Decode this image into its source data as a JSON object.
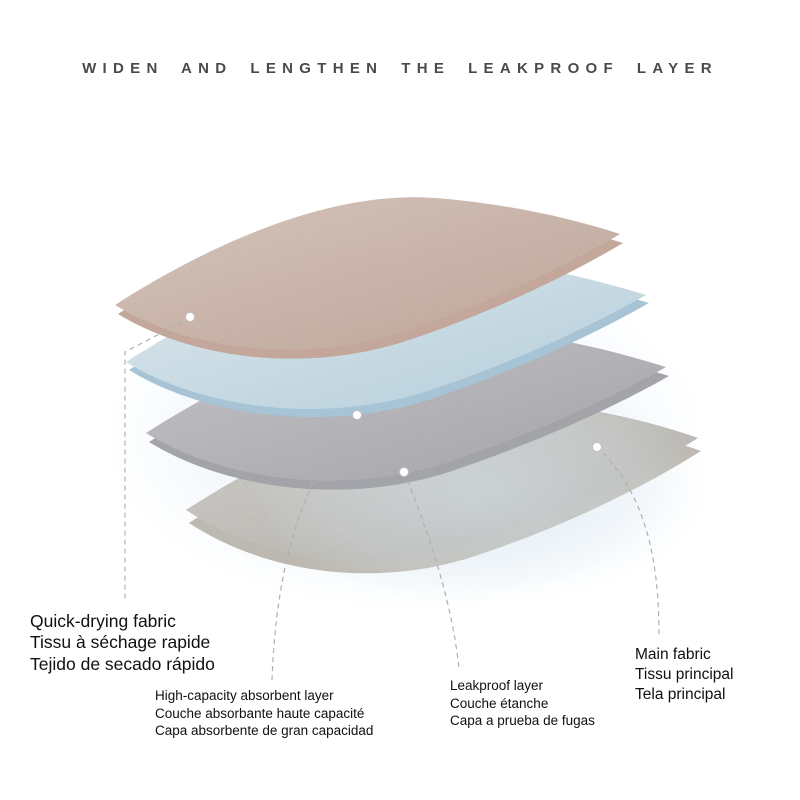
{
  "title": "WIDEN AND LENGTHEN THE LEAKPROOF LAYER",
  "labels": {
    "quick_drying": {
      "en": "Quick-drying fabric",
      "fr": "Tissu à séchage rapide",
      "es": "Tejido de secado rápido"
    },
    "absorbent": {
      "en": "High-capacity absorbent layer",
      "fr": "Couche absorbante haute capacité",
      "es": "Capa absorbente de gran capacidad"
    },
    "leakproof": {
      "en": "Leakproof layer",
      "fr": "Couche étanche",
      "es": "Capa a prueba de fugas"
    },
    "main_fabric": {
      "en": "Main fabric",
      "fr": "Tissu principal",
      "es": "Tela principal"
    }
  },
  "layers": [
    {
      "id": "quick-drying-fabric",
      "label": "Quick-drying fabric",
      "color": "#dcc2b6"
    },
    {
      "id": "absorbent-layer",
      "label": "High-capacity absorbent layer",
      "color": "#cfe2ee"
    },
    {
      "id": "leakproof-layer",
      "label": "Leakproof layer",
      "color": "#c7c7cc"
    },
    {
      "id": "main-fabric",
      "label": "Main fabric",
      "color": "#dedcd6"
    }
  ],
  "colors": {
    "background": "#ffffff",
    "title_text": "#4a4a4a",
    "label_text": "#111111",
    "leader_line": "#b0b0b0",
    "glow": "#d7e6f1"
  }
}
